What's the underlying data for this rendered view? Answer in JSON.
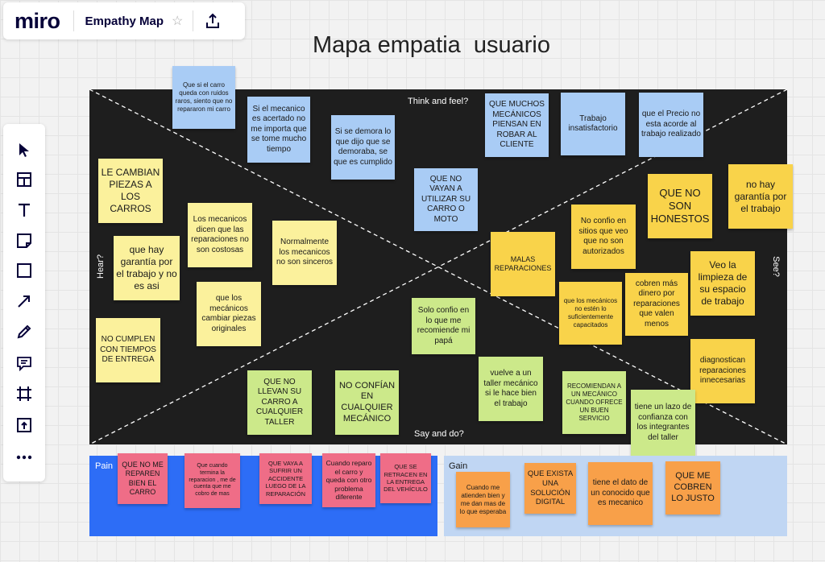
{
  "app": {
    "logo": "miro",
    "board_name": "Empathy Map"
  },
  "board_title": "Mapa empatia  usuario",
  "quadrants": {
    "think_feel": "Think and feel?",
    "hear": "Hear?",
    "see": "See?",
    "say_do": "Say and do?"
  },
  "sections": {
    "pain": "Pain",
    "gain": "Gain"
  },
  "notes": {
    "think": [
      "Que si el carro queda con ruidos raros, siento que no repararon mi carro",
      "Si el mecanico es acertado no me importa que se tome mucho tiempo",
      "Si se demora lo que dijo que se demoraba, se que es cumplido",
      "QUE MUCHOS MECÁNICOS PIENSAN EN ROBAR AL CLIENTE",
      "Trabajo insatisfactorio",
      "que el Precio no esta acorde al trabajo realizado",
      "QUE NO VAYAN A UTILIZAR SU CARRO O MOTO"
    ],
    "hear": [
      "LE CAMBIAN PIEZAS A LOS CARROS",
      "Los mecanicos dicen que las reparaciones no son costosas",
      "Normalmente los mecanicos no son sinceros",
      "que hay garantía por el trabajo y no es asi",
      "que los mecánicos cambiar piezas originales",
      "NO CUMPLEN CON TIEMPOS DE ENTREGA"
    ],
    "see": [
      "QUE NO SON HONESTOS",
      "no hay garantía por el trabajo",
      "No confio en sitios que veo que no son autorizados",
      "MALAS REPARACIONES",
      "Veo la limpieza de su espacio de trabajo",
      "que los mecánicos no estén lo suficientemente capacitados",
      "cobren más dinero por reparaciones que valen menos",
      "diagnostican reparaciones innecesarias"
    ],
    "say": [
      "Solo confio en lo que me recomiende mi papá",
      "QUE NO LLEVAN SU CARRO A CUALQUIER TALLER",
      "NO CONFÍAN EN CUALQUIER MECÁNICO",
      "vuelve a un taller mecánico si le hace bien el trabajo",
      "RECOMIENDAN A UN MECÁNICO CUANDO OFRECE UN BUEN SERVICIO",
      "tiene un lazo de confianza con los integrantes del taller"
    ],
    "pain": [
      "QUE NO ME REPAREN BIEN EL CARRO",
      "Que cuando termina la reparacion , me de cuenta que me cobro de mas",
      "QUE VAYA A SUFRIR UN ACCIDENTE LUEGO DE LA REPARACIÓN",
      "Cuando reparo el carro y queda con otro problema diferente",
      "QUE SE RETRACEN EN LA ENTREGA DEL VEHÍCULO"
    ],
    "gain": [
      "Cuando me atienden bien y me dan mas de lo que esperaba",
      "QUE EXISTA UNA SOLUCIÓN DIGITAL",
      "tiene el dato de un conocido que es mecanico",
      "QUE ME COBREN LO JUSTO"
    ]
  },
  "colors": {
    "board_black": "#1e1e1e",
    "pain_blue": "#2d6df6",
    "gain_blue": "#c0d6f3",
    "note_blue": "#a9ccf5",
    "note_yellow": "#fbf19c",
    "note_gold": "#f9d34a",
    "note_green": "#cce98a",
    "note_pink": "#ef6d87",
    "note_orange": "#f8a049"
  },
  "icons": {
    "toolbar": [
      "select-arrow-icon",
      "frame-template-icon",
      "text-icon",
      "sticky-note-icon",
      "shape-icon",
      "connection-line-icon",
      "pen-icon",
      "comment-icon",
      "frame-icon",
      "upload-icon",
      "more-icon"
    ],
    "topbar": [
      "star-icon",
      "export-icon"
    ]
  }
}
